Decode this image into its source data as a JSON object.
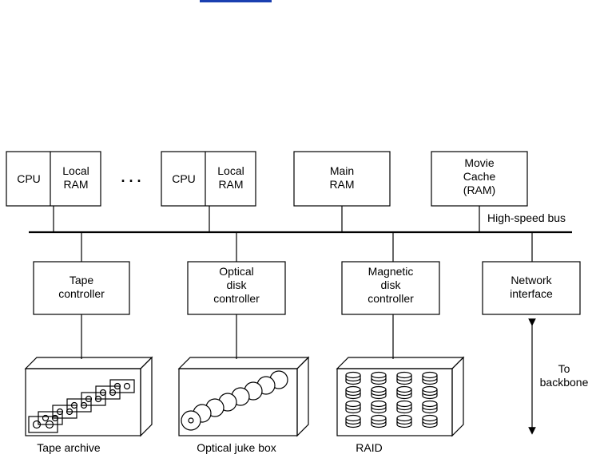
{
  "boxes": {
    "cpu1": "CPU",
    "ram1": [
      "Local",
      "RAM"
    ],
    "ellipsis": ". . .",
    "cpu2": "CPU",
    "ram2": [
      "Local",
      "RAM"
    ],
    "main_ram": [
      "Main",
      "RAM"
    ],
    "movie_cache": [
      "Movie",
      "Cache",
      "(RAM)"
    ],
    "tape_controller": [
      "Tape",
      "controller"
    ],
    "optical_controller": [
      "Optical",
      "disk",
      "controller"
    ],
    "magnetic_controller": [
      "Magnetic",
      "disk",
      "controller"
    ],
    "network_interface": [
      "Network",
      "interface"
    ]
  },
  "bus_label": "High-speed bus",
  "devices": {
    "tape_archive": "Tape archive",
    "optical_jukebox": "Optical juke box",
    "raid": "RAID"
  },
  "backbone_label": [
    "To",
    "backbone"
  ]
}
